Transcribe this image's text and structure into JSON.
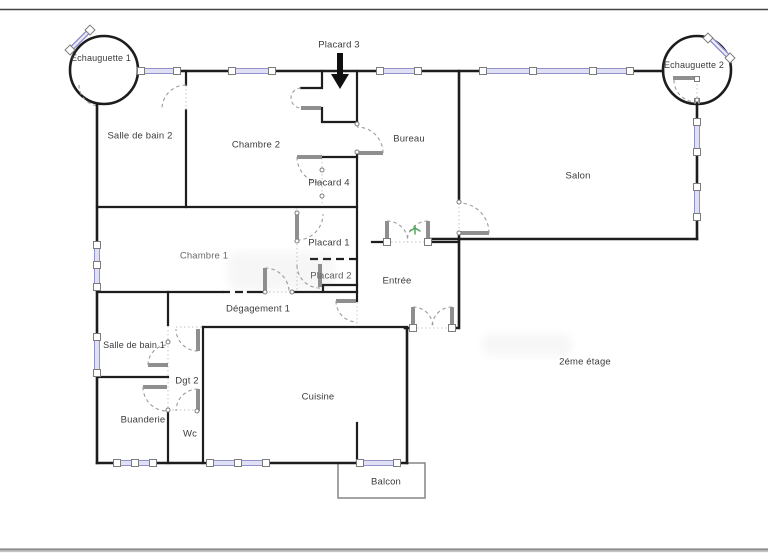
{
  "palette": {
    "wall": "#1d1d1d",
    "door_leaf": "#8f8f8f",
    "door_arc": "#9c9c9c",
    "window_fill": "#dfe0f4",
    "window_stroke": "#9191cc",
    "green_marker": "#4f9e57",
    "frame_top": "#454545",
    "frame_bottom": "#8d8d8d",
    "label_text": "#3c3c3c"
  },
  "floorplan": {
    "floor_label": "2éme étage",
    "rooms": {
      "echauguette_1": "Echauguette 1",
      "echauguette_2": "Echauguette 2",
      "salle_de_bain_2": "Salle de bain 2",
      "chambre_2": "Chambre 2",
      "placard_3": "Placard 3",
      "bureau": "Bureau",
      "placard_4": "Placard 4",
      "salon": "Salon",
      "chambre_1": "Chambre 1",
      "placard_1": "Placard 1",
      "placard_2": "Placard 2",
      "entree": "Entrée",
      "degagement_1": "Dégagement 1",
      "salle_de_bain_1": "Salle de bain 1",
      "dgt_2": "Dgt 2",
      "buanderie": "Buanderie",
      "wc": "Wc",
      "cuisine": "Cuisine",
      "balcon": "Balcon"
    }
  }
}
